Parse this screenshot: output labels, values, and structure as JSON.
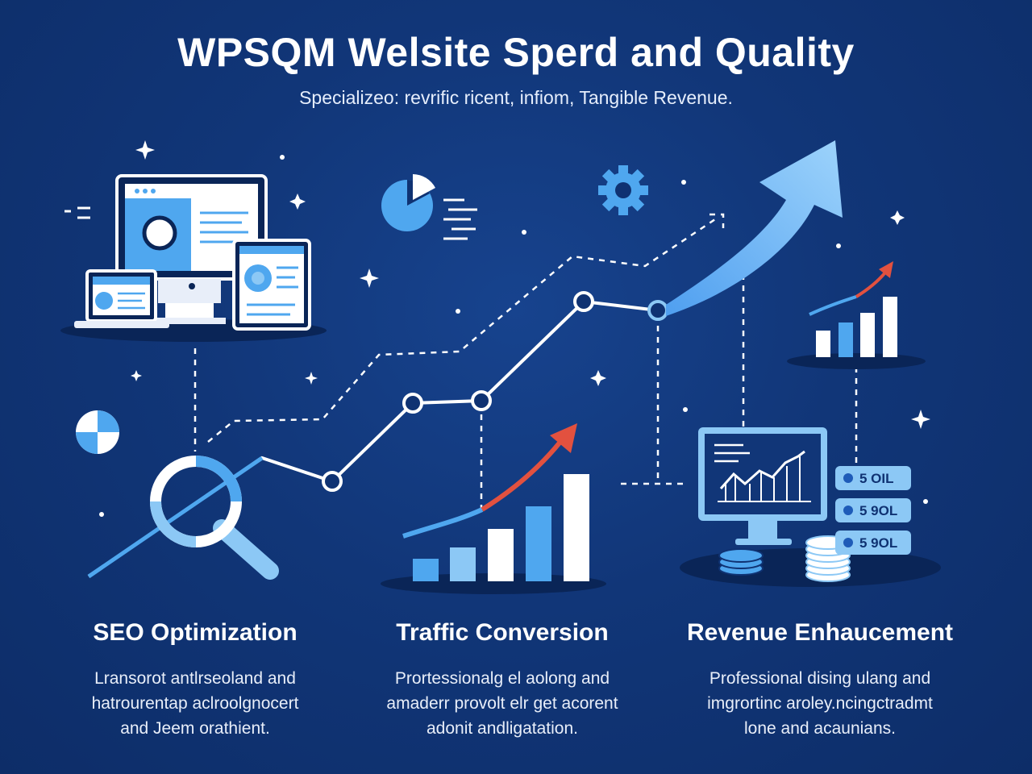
{
  "header": {
    "title": "WPSQM Welsite Sperd and Quality",
    "subtitle": "Specializeo: revrific ricent, infiom, Tangible Revenue."
  },
  "columns": [
    {
      "heading": "SEO Optimization",
      "lines": [
        "Lransorot antlrseoland and",
        "hatrourentap aclroolgnocert",
        "and Jeem orathient."
      ]
    },
    {
      "heading": "Traffic Conversion",
      "lines": [
        "Prortessionalg el aolong and",
        "amaderr provolt elr get acorent",
        "adonit andligatation."
      ]
    },
    {
      "heading": "Revenue Enhaucement",
      "lines": [
        "Professional dising ulang and",
        "imgrortinc aroley.ncingctradmt",
        "lone and acaunians."
      ]
    }
  ],
  "tags": [
    "5 OIL",
    "5 9OL",
    "5 9OL"
  ],
  "colors": {
    "background": "#0f3272",
    "accent_blue": "#4fa7ef",
    "light_blue": "#8cc8f5",
    "white": "#ffffff",
    "red_arrow": "#e2513f"
  },
  "icons": [
    "desktop-laptop-tablet-icon",
    "pie-chart-icon",
    "gear-icon",
    "magnifier-icon",
    "growth-arrow-icon",
    "bar-chart-icon",
    "monitor-chart-icon",
    "coin-stack-icon",
    "sparkle-icon"
  ]
}
